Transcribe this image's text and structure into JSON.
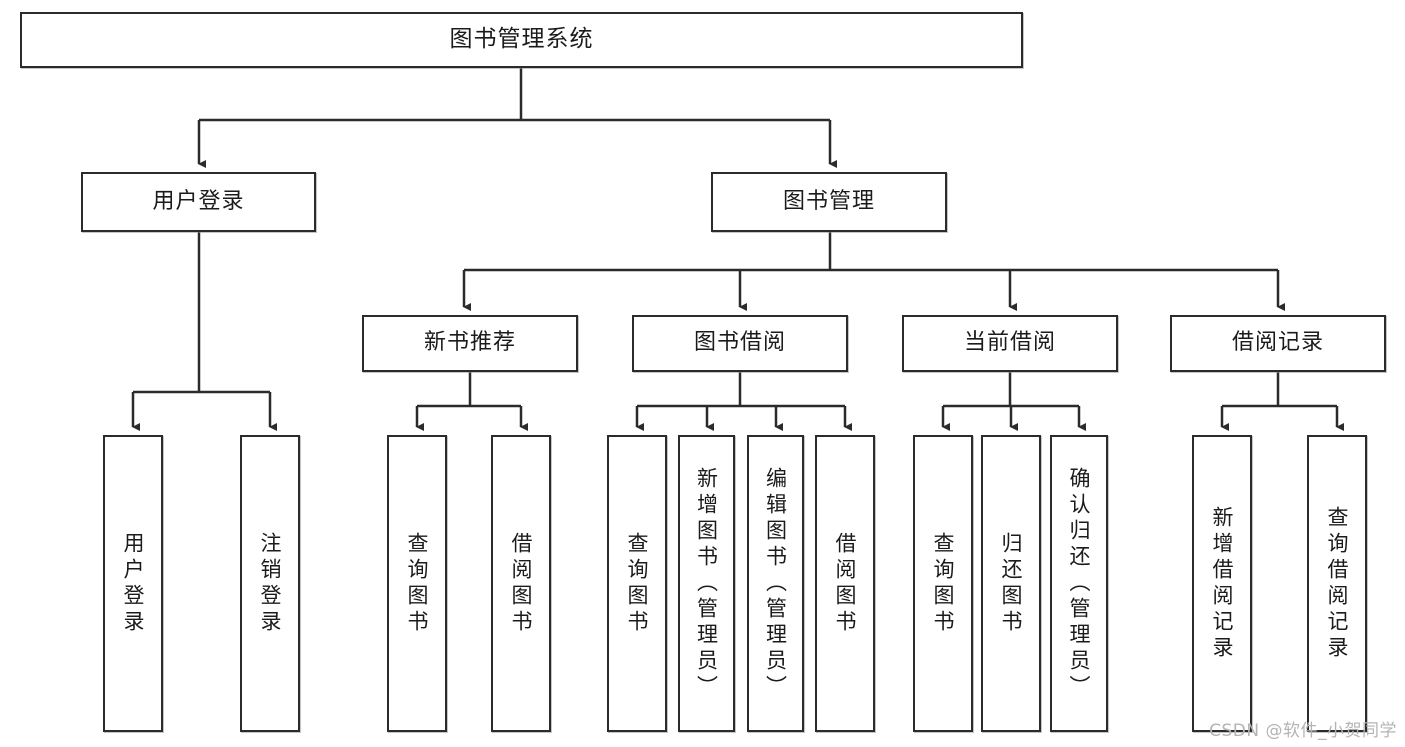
{
  "diagram": {
    "title": "图书管理系统",
    "type": "tree-hierarchy",
    "watermark": "CSDN @软件_小贺同学",
    "colors": {
      "background": "#ffffff",
      "node_border": "#2b2b2b",
      "node_fill": "#ffffff",
      "connector": "#2b2b2b",
      "text": "#1b1b1b",
      "watermark": "#b4b4b4"
    },
    "nodes": {
      "root": {
        "label": "图书管理系统"
      },
      "level2": [
        {
          "label": "用户登录"
        },
        {
          "label": "图书管理"
        }
      ],
      "level3": [
        {
          "label": "新书推荐"
        },
        {
          "label": "图书借阅"
        },
        {
          "label": "当前借阅"
        },
        {
          "label": "借阅记录"
        }
      ],
      "leaves_user_login": [
        {
          "label": "用户登录"
        },
        {
          "label": "注销登录"
        }
      ],
      "leaves_new_book": [
        {
          "label": "查询图书"
        },
        {
          "label": "借阅图书"
        }
      ],
      "leaves_borrow": [
        {
          "label": "查询图书"
        },
        {
          "label": "新增图书（管理员）"
        },
        {
          "label": "编辑图书（管理员）"
        },
        {
          "label": "借阅图书"
        }
      ],
      "leaves_current": [
        {
          "label": "查询图书"
        },
        {
          "label": "归还图书"
        },
        {
          "label": "确认归还（管理员）"
        }
      ],
      "leaves_records": [
        {
          "label": "新增借阅记录"
        },
        {
          "label": "查询借阅记录"
        }
      ]
    }
  }
}
